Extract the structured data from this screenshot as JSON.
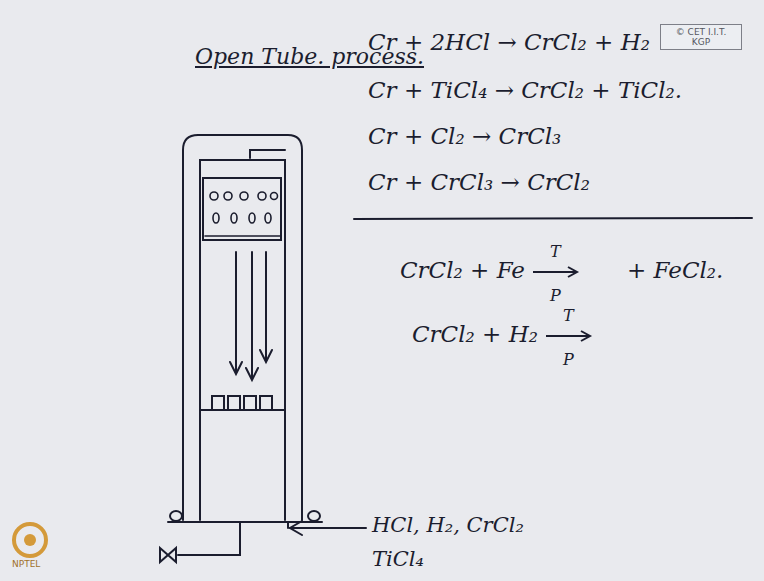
{
  "diagram": {
    "nodes": [
      {
        "text": [
          "© CET I.I.T. KGP"
        ]
      }
    ],
    "labels": [
      "Open Tube. process.",
      "Cr + 2HCl → CrCl₂ + H₂",
      "Cr + TiCl₄ → CrCl₂ + TiCl₂.",
      "Cr + Cl₂ → CrCl₃",
      "Cr + CrCl₃ → CrCl₂",
      "CrCl₂ + Fe",
      "T",
      "P",
      "+ FeCl₂.",
      "CrCl₂ + H₂",
      "T",
      "P",
      "HCl, H₂, CrCl₂",
      "TiCl₄",
      "NPTEL"
    ]
  }
}
